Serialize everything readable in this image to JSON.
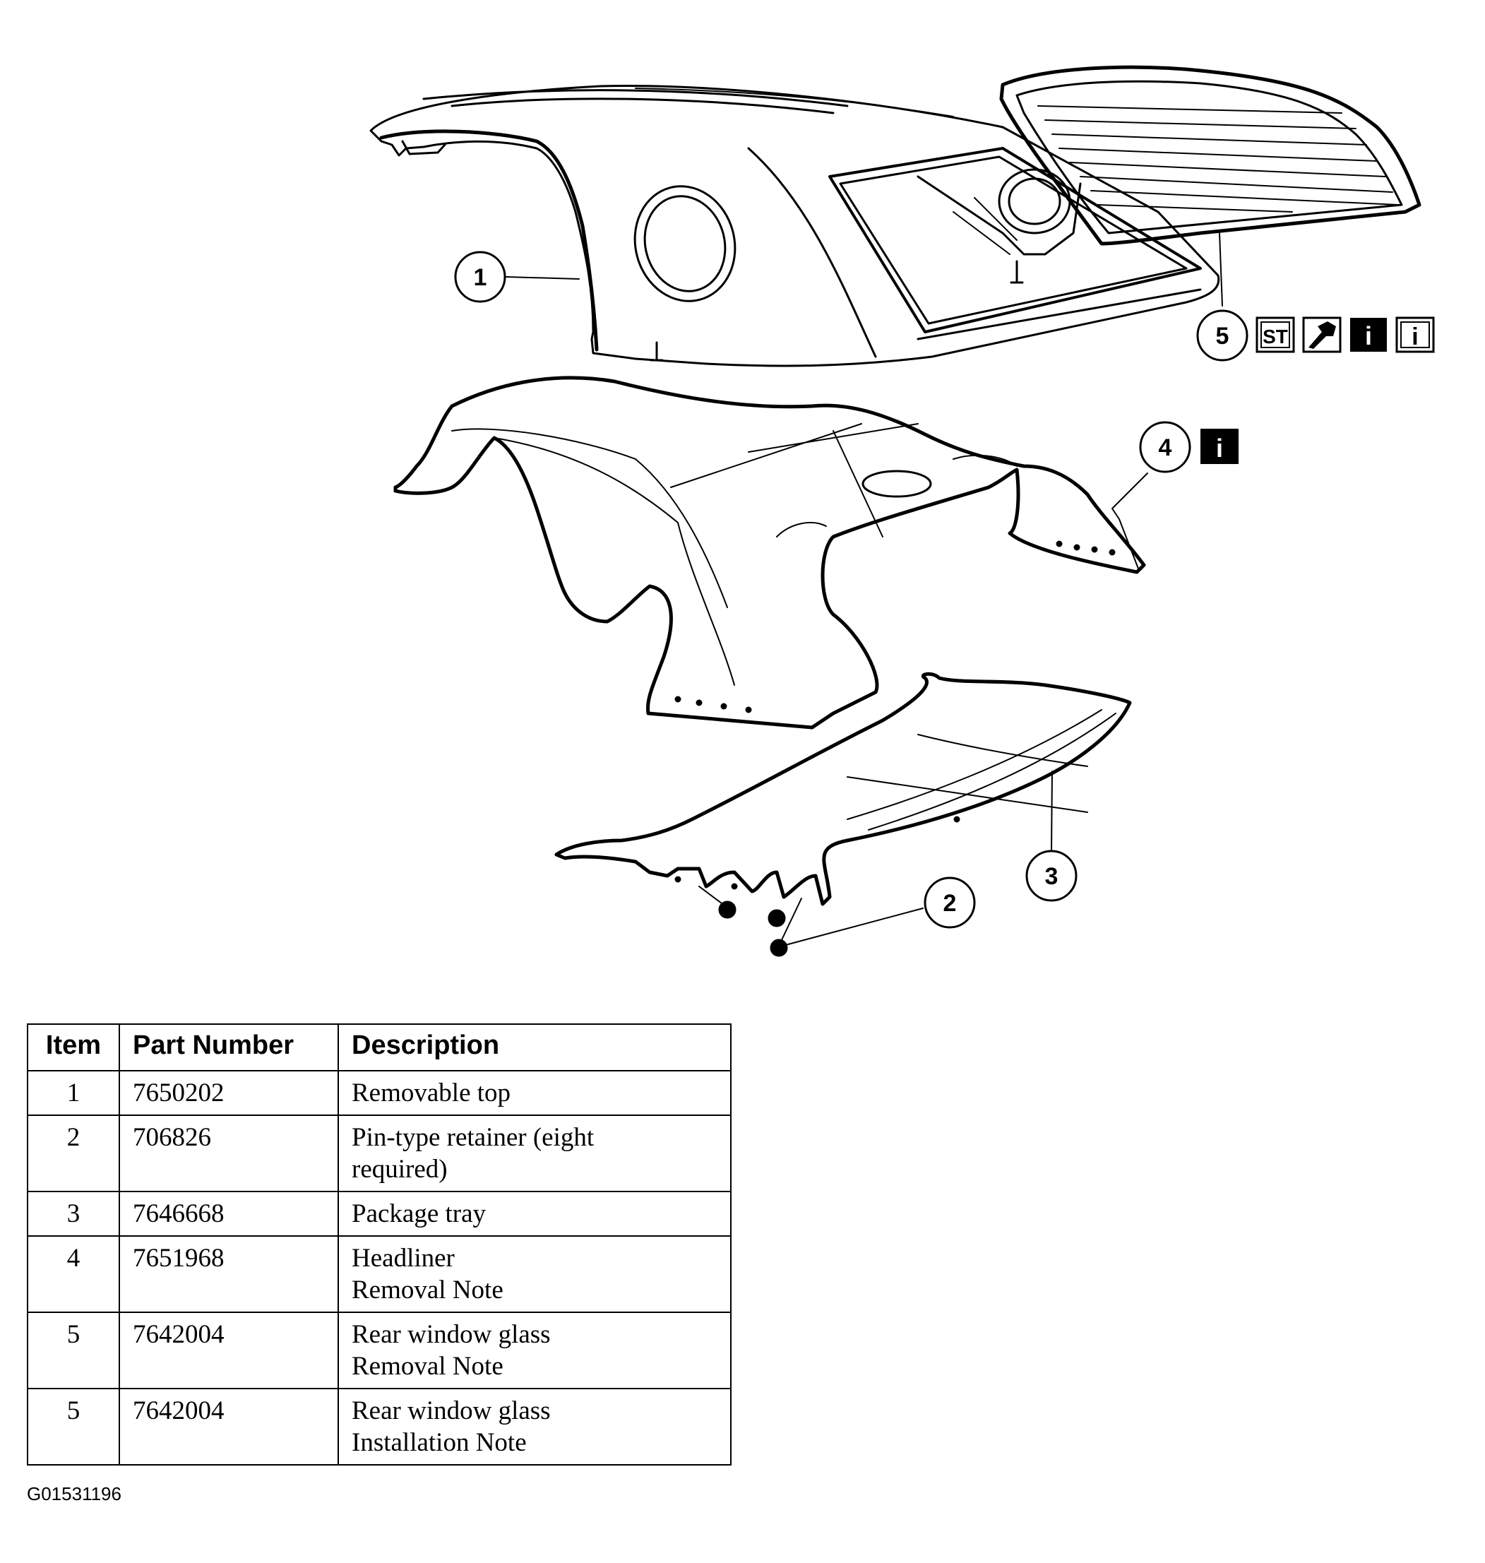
{
  "diagram": {
    "callouts": [
      {
        "number": "1"
      },
      {
        "number": "2"
      },
      {
        "number": "3"
      },
      {
        "number": "4"
      },
      {
        "number": "5"
      }
    ],
    "symbols": {
      "special_tool": "ST",
      "info_icon_filled": "i",
      "info_icon_outlined": "i",
      "icon_names": [
        "special-tool-icon",
        "tool-icon",
        "info-filled-icon",
        "info-outline-icon"
      ]
    }
  },
  "table": {
    "headers": {
      "item": "Item",
      "part_number": "Part Number",
      "description": "Description"
    },
    "rows": [
      {
        "item": "1",
        "part_number": "7650202",
        "description": [
          "Removable top"
        ]
      },
      {
        "item": "2",
        "part_number": "706826",
        "description": [
          "Pin-type retainer (eight",
          "required)"
        ]
      },
      {
        "item": "3",
        "part_number": "7646668",
        "description": [
          "Package tray"
        ]
      },
      {
        "item": "4",
        "part_number": "7651968",
        "description": [
          "Headliner",
          "Removal Note"
        ]
      },
      {
        "item": "5",
        "part_number": "7642004",
        "description": [
          "Rear window glass",
          "Removal Note"
        ]
      },
      {
        "item": "5",
        "part_number": "7642004",
        "description": [
          "Rear window glass",
          "Installation Note"
        ]
      }
    ]
  },
  "figure_id": "G01531196"
}
